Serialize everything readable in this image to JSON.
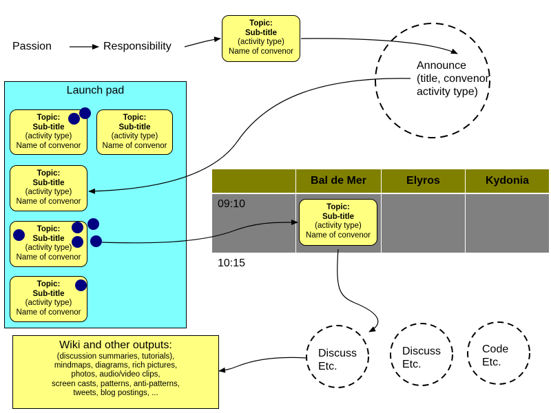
{
  "flow": {
    "passion": "Passion",
    "responsibility": "Responsibility"
  },
  "card": {
    "topic": "Topic:",
    "subtitle": "Sub-title",
    "activity": "(activity type)",
    "convenor": "Name of convenor"
  },
  "announce": {
    "line1": "Announce",
    "line2": "(title, convenor,",
    "line3": "activity type)"
  },
  "launch_pad": {
    "title": "Launch pad"
  },
  "schedule": {
    "rooms": [
      "Bal de Mer",
      "Elyros",
      "Kydonia"
    ],
    "times": [
      "09:10",
      "10:15"
    ]
  },
  "outputs": [
    {
      "line1": "Discuss",
      "line2": "Etc."
    },
    {
      "line1": "Discuss",
      "line2": "Etc."
    },
    {
      "line1": "Code",
      "line2": "Etc."
    }
  ],
  "wiki": {
    "title": "Wiki and other outputs:",
    "lines": [
      "(discussion summaries, tutorials),",
      "mindmaps, diagrams, rich pictures,",
      "photos, audio/video clips,",
      "screen casts, patterns, anti-patterns,",
      "tweets, blog postings, ..."
    ]
  },
  "colors": {
    "card": "#ffff80",
    "pad": "#80ffff",
    "header": "#808000",
    "cell": "#808080",
    "dot": "#000080"
  }
}
